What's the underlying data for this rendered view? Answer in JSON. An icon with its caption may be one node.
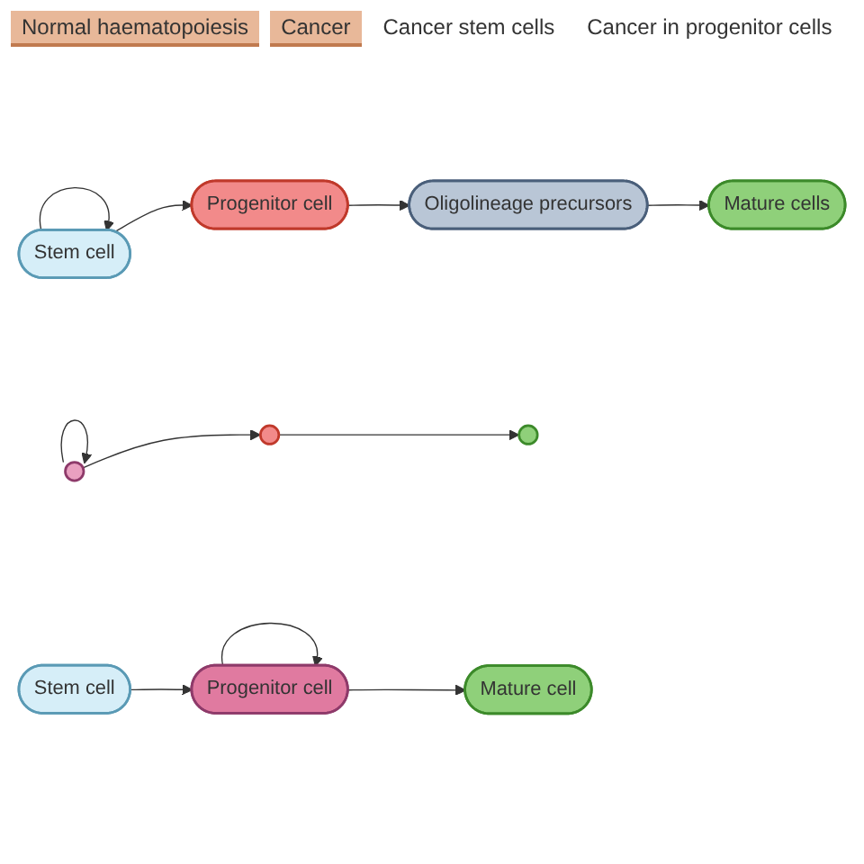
{
  "diagram": {
    "nodes": [
      {
        "text": [
          "Stem cell"
        ]
      },
      {
        "text": [
          "Progenitor cell"
        ]
      },
      {
        "text": [
          "Oligolineage precursors"
        ]
      },
      {
        "text": [
          "Mature cells"
        ]
      },
      {
        "text": [],
        "shape": "circle"
      },
      {
        "text": [],
        "shape": "circle"
      },
      {
        "text": [],
        "shape": "circle"
      },
      {
        "text": [
          "Stem cell"
        ]
      },
      {
        "text": [
          "Progenitor cell"
        ]
      },
      {
        "text": [
          "Mature cell"
        ]
      }
    ],
    "edges": [
      {
        "from": 0,
        "to": 0,
        "arrow": "to"
      },
      {
        "from": 0,
        "to": 1,
        "arrow": "to"
      },
      {
        "from": 1,
        "to": 2,
        "arrow": "to"
      },
      {
        "from": 2,
        "to": 3,
        "arrow": "to"
      },
      {
        "from": 4,
        "to": 4,
        "arrow": "to"
      },
      {
        "from": 4,
        "to": 5,
        "arrow": "to"
      },
      {
        "from": 5,
        "to": 6,
        "arrow": "to"
      },
      {
        "from": 7,
        "to": 8,
        "arrow": "to"
      },
      {
        "from": 8,
        "to": 8,
        "arrow": "to"
      },
      {
        "from": 8,
        "to": 9,
        "arrow": "to"
      }
    ],
    "labels": [
      "Normal haematopoiesis",
      "Cancer",
      "Cancer stem cells",
      "Cancer in progenitor cells"
    ]
  }
}
